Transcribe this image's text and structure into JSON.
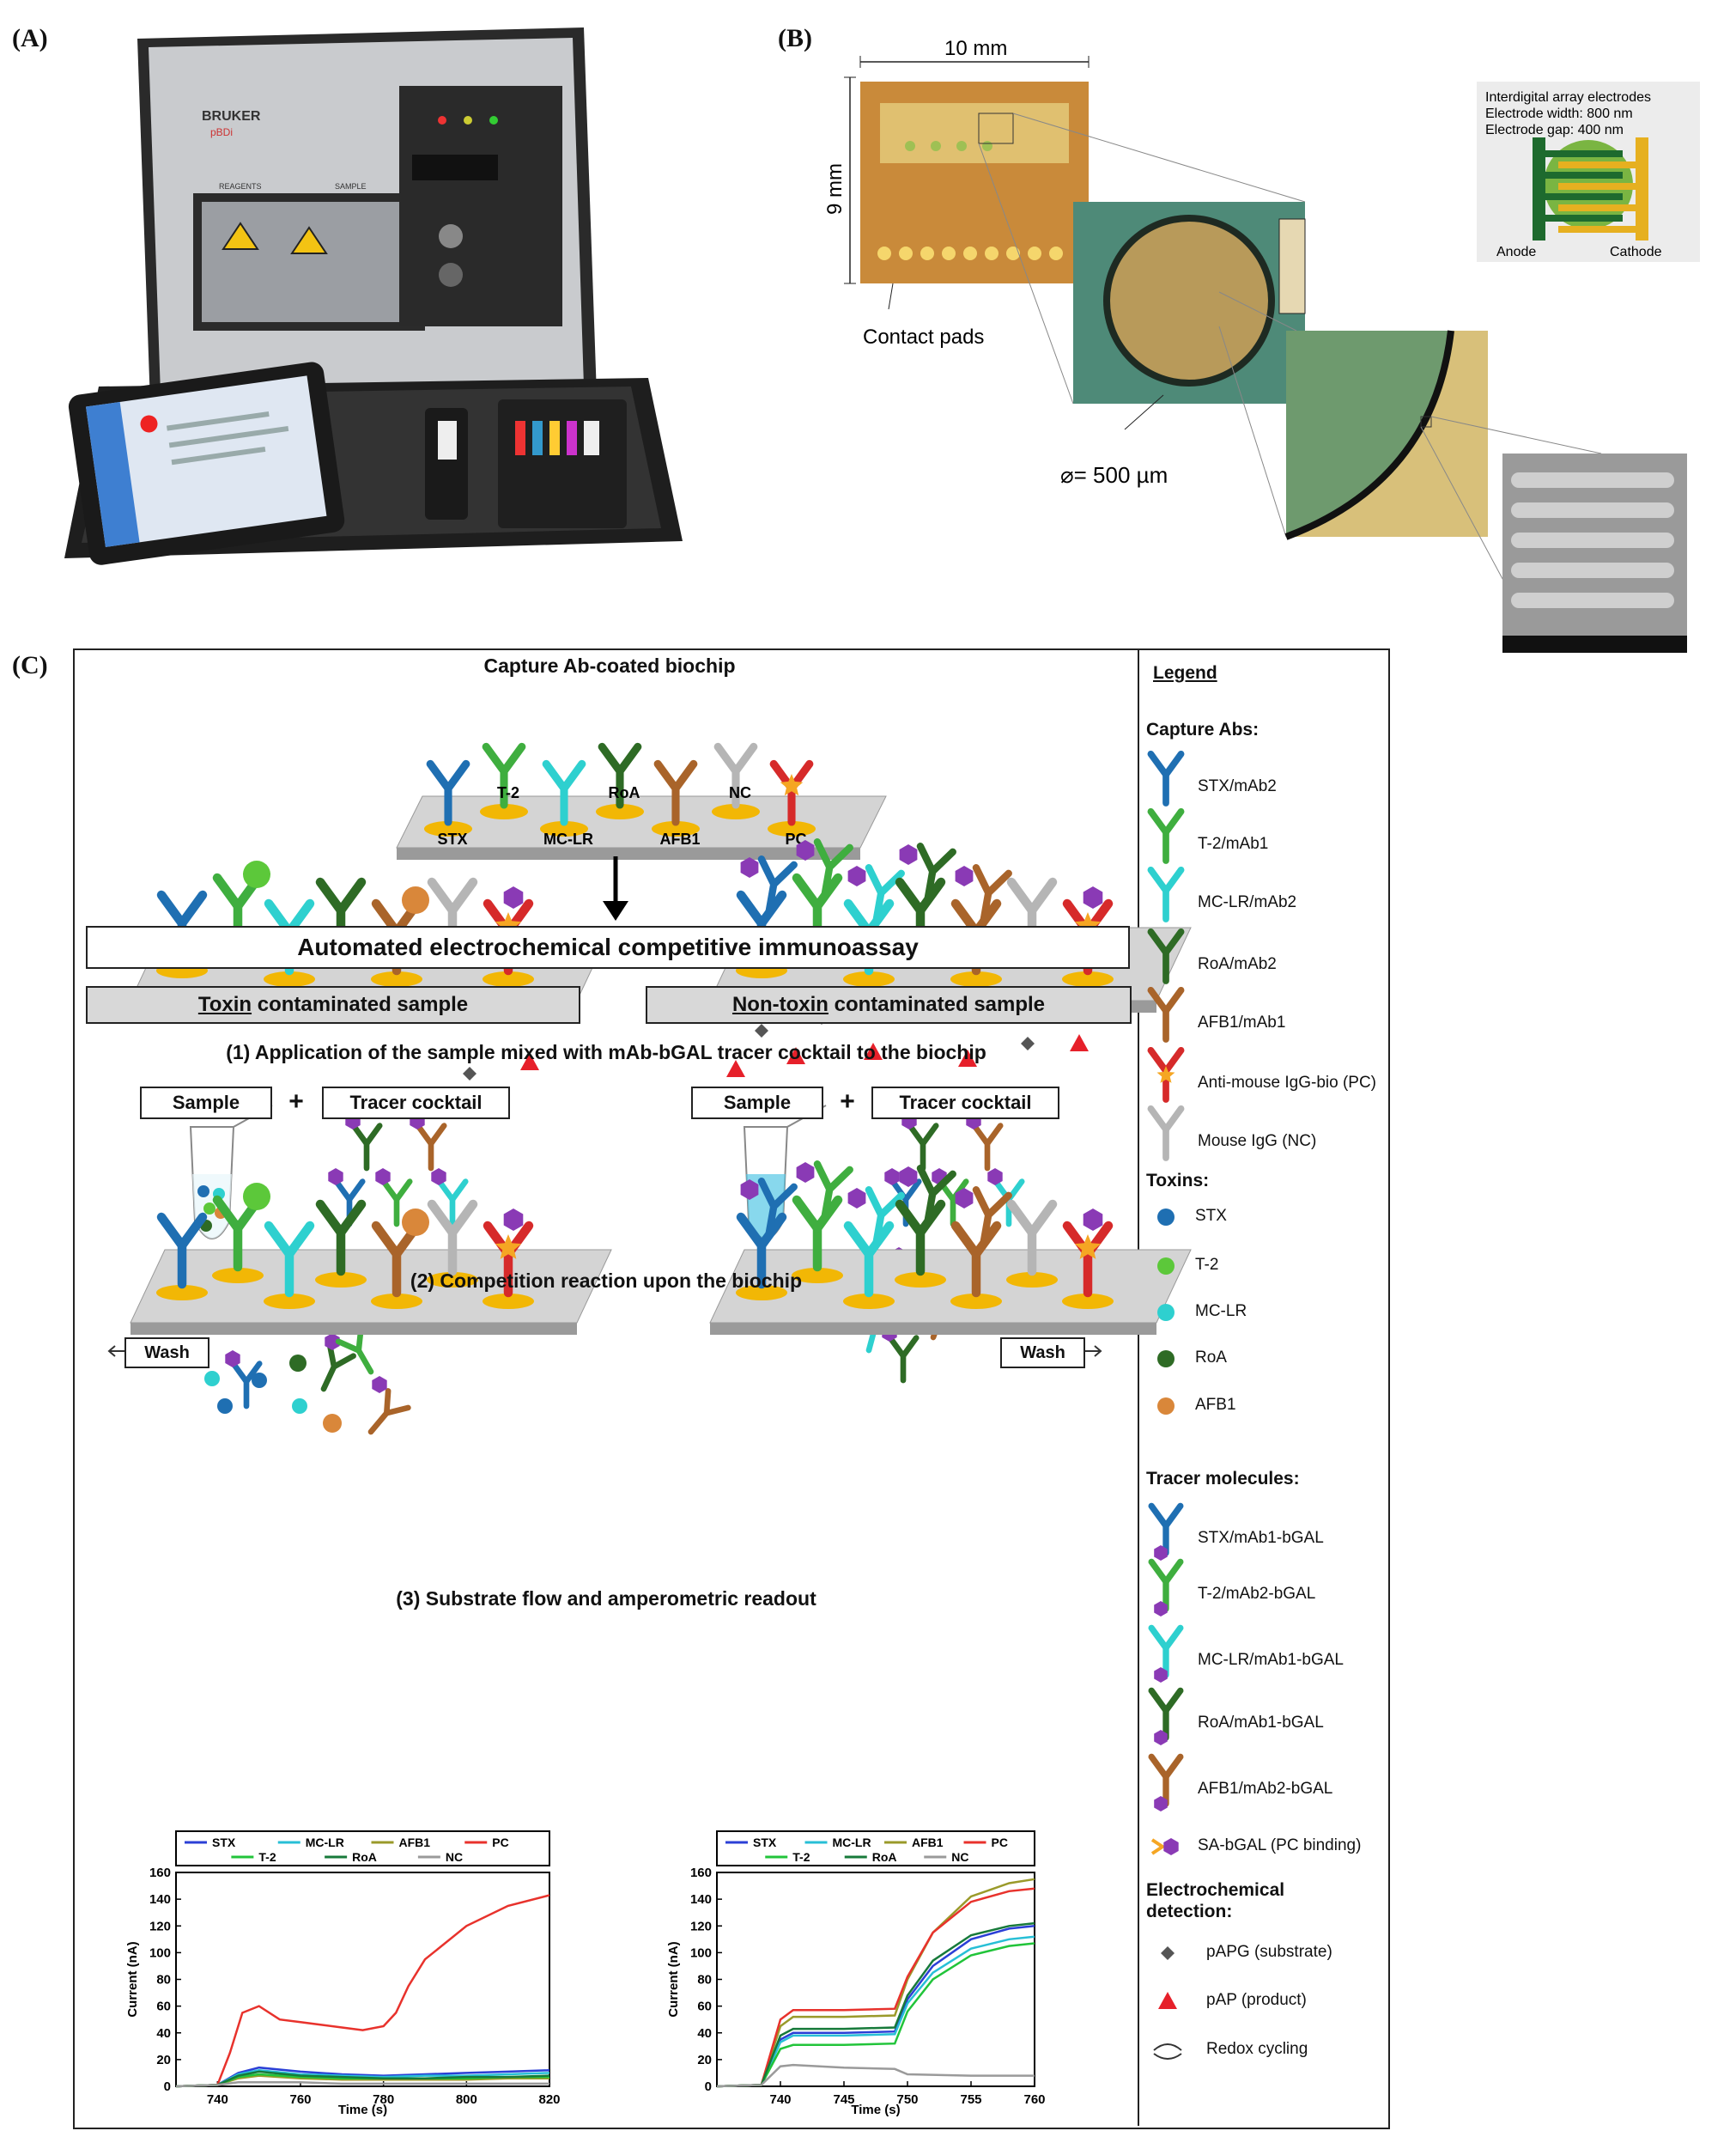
{
  "panels": {
    "a": "(A)",
    "b": "(B)",
    "c": "(C)"
  },
  "device": {
    "brand": "BRUKER",
    "model": "pBDi",
    "label_reagents": "REAGENTS",
    "label_sample": "SAMPLE"
  },
  "chip": {
    "width": "10 mm",
    "height": "9 mm",
    "contact_pads": "Contact pads",
    "diameter": "⌀= 500 µm",
    "inset_title": "Interdigital array electrodes",
    "inset_width": "Electrode width: 800 nm",
    "inset_gap": "Electrode gap: 400 nm",
    "anode": "Anode",
    "cathode": "Cathode"
  },
  "biochip": {
    "title": "Capture Ab-coated biochip",
    "spots": [
      "STX",
      "T-2",
      "MC-LR",
      "RoA",
      "AFB1",
      "NC",
      "PC"
    ]
  },
  "assay": {
    "title": "Automated electrochemical competitive  immunoassay",
    "toxin_word": "Toxin",
    "toxin_rest": " contaminated  sample",
    "nontoxin_word": "Non-toxin",
    "nontoxin_rest": "  contaminated  sample",
    "step1": "(1) Application  of  the  sample  mixed  with  mAb-bGAL  tracer  cocktail  to  the  biochip",
    "step2": "(2)  Competition  reaction  upon  the  biochip",
    "step3": "(3)  Substrate  flow  and  amperometric  readout",
    "sample": "Sample",
    "plus": "+",
    "tracer": "Tracer cocktail",
    "wash": "Wash"
  },
  "legend": {
    "title": "Legend",
    "capture_head": "Capture Abs:",
    "capture": [
      "STX/mAb2",
      "T-2/mAb1",
      "MC-LR/mAb2",
      "RoA/mAb2",
      "AFB1/mAb1",
      "Anti-mouse IgG-bio (PC)",
      "Mouse IgG (NC)"
    ],
    "toxins_head": "Toxins:",
    "toxins": [
      "STX",
      "T-2",
      "MC-LR",
      "RoA",
      "AFB1"
    ],
    "tracer_head": "Tracer molecules:",
    "tracers": [
      "STX/mAb1-bGAL",
      "T-2/mAb2-bGAL",
      "MC-LR/mAb1-bGAL",
      "RoA/mAb1-bGAL",
      "AFB1/mAb2-bGAL",
      "SA-bGAL (PC binding)"
    ],
    "electro_head": "Electrochemical detection:",
    "electro": [
      "pAPG (substrate)",
      "pAP (product)",
      "Redox cycling"
    ]
  },
  "colors": {
    "STX": "#1f6fb2",
    "T-2": "#3fae3f",
    "MC-LR": "#2ed0cf",
    "RoA": "#2e6b25",
    "AFB1": "#a9642a",
    "NC": "#b5b5b5",
    "PC": "#d62a2a",
    "bGAL": "#8a3ab5",
    "spot": "#f2b705",
    "toxin_T2": "#5cc83a",
    "toxin_AFB1": "#d9873a"
  },
  "chart_data": [
    {
      "type": "line",
      "title": "",
      "xlabel": "Time (s)",
      "ylabel": "Current (nA)",
      "xlim": [
        730,
        820
      ],
      "ylim": [
        0,
        160
      ],
      "xticks": [
        "740",
        "760",
        "780",
        "800",
        "820"
      ],
      "yticks": [
        "0",
        "20",
        "40",
        "60",
        "80",
        "100",
        "120",
        "140",
        "160"
      ],
      "legend_position": "top",
      "legend_labels": [
        "STX",
        "MC-LR",
        "AFB1",
        "PC",
        "T-2",
        "RoA",
        "NC"
      ],
      "series": [
        {
          "name": "STX",
          "color": "#2b3fd6",
          "x": [
            730,
            740,
            745,
            750,
            760,
            770,
            780,
            790,
            800,
            810,
            820
          ],
          "y": [
            0,
            1,
            10,
            14,
            11,
            9,
            8,
            9,
            10,
            11,
            12
          ]
        },
        {
          "name": "MC-LR",
          "color": "#27bfd6",
          "x": [
            730,
            740,
            745,
            750,
            760,
            770,
            780,
            790,
            800,
            810,
            820
          ],
          "y": [
            0,
            1,
            9,
            12,
            9,
            8,
            7,
            8,
            8,
            9,
            10
          ]
        },
        {
          "name": "AFB1",
          "color": "#9a9a2a",
          "x": [
            730,
            740,
            745,
            750,
            760,
            770,
            780,
            790,
            800,
            810,
            820
          ],
          "y": [
            0,
            1,
            6,
            8,
            6,
            5,
            5,
            5,
            5,
            6,
            6
          ]
        },
        {
          "name": "PC",
          "color": "#e8322c",
          "x": [
            730,
            740,
            743,
            746,
            750,
            755,
            760,
            765,
            770,
            775,
            780,
            783,
            786,
            790,
            800,
            810,
            820
          ],
          "y": [
            0,
            1,
            25,
            55,
            60,
            50,
            48,
            46,
            44,
            42,
            45,
            55,
            75,
            95,
            120,
            135,
            143
          ]
        },
        {
          "name": "T-2",
          "color": "#21c43a",
          "x": [
            730,
            740,
            745,
            750,
            760,
            770,
            780,
            790,
            800,
            810,
            820
          ],
          "y": [
            0,
            1,
            7,
            9,
            7,
            6,
            6,
            6,
            6,
            7,
            7
          ]
        },
        {
          "name": "RoA",
          "color": "#177a3a",
          "x": [
            730,
            740,
            745,
            750,
            760,
            770,
            780,
            790,
            800,
            810,
            820
          ],
          "y": [
            0,
            1,
            8,
            11,
            8,
            7,
            6,
            6,
            7,
            7,
            8
          ]
        },
        {
          "name": "NC",
          "color": "#9a9a9a",
          "x": [
            730,
            740,
            745,
            750,
            760,
            770,
            780,
            790,
            800,
            810,
            820
          ],
          "y": [
            0,
            1,
            3,
            3,
            3,
            2,
            2,
            2,
            2,
            2,
            2
          ]
        }
      ]
    },
    {
      "type": "line",
      "title": "",
      "xlabel": "Time (s)",
      "ylabel": "Current (nA)",
      "xlim": [
        735,
        760
      ],
      "ylim": [
        0,
        160
      ],
      "xticks": [
        "740",
        "745",
        "750",
        "755",
        "760"
      ],
      "yticks": [
        "0",
        "20",
        "40",
        "60",
        "80",
        "100",
        "120",
        "140",
        "160"
      ],
      "legend_position": "top",
      "legend_labels": [
        "STX",
        "MC-LR",
        "AFB1",
        "PC",
        "T-2",
        "RoA",
        "NC"
      ],
      "series": [
        {
          "name": "STX",
          "color": "#2b3fd6",
          "x": [
            735,
            738.5,
            740,
            741,
            745,
            749,
            750,
            752,
            755,
            758,
            760
          ],
          "y": [
            0,
            1,
            35,
            40,
            40,
            41,
            65,
            90,
            110,
            118,
            120
          ]
        },
        {
          "name": "MC-LR",
          "color": "#27bfd6",
          "x": [
            735,
            738.5,
            740,
            741,
            745,
            749,
            750,
            752,
            755,
            758,
            760
          ],
          "y": [
            0,
            1,
            33,
            38,
            38,
            39,
            62,
            85,
            103,
            110,
            112
          ]
        },
        {
          "name": "AFB1",
          "color": "#9a9a2a",
          "x": [
            735,
            738.5,
            740,
            741,
            745,
            749,
            750,
            752,
            755,
            758,
            760
          ],
          "y": [
            0,
            1,
            45,
            52,
            52,
            53,
            80,
            115,
            142,
            152,
            155
          ]
        },
        {
          "name": "PC",
          "color": "#e8322c",
          "x": [
            735,
            738.5,
            740,
            741,
            745,
            749,
            750,
            752,
            755,
            758,
            760
          ],
          "y": [
            0,
            1,
            50,
            57,
            57,
            58,
            82,
            115,
            138,
            146,
            148
          ]
        },
        {
          "name": "T-2",
          "color": "#21c43a",
          "x": [
            735,
            738.5,
            740,
            741,
            745,
            749,
            750,
            752,
            755,
            758,
            760
          ],
          "y": [
            0,
            1,
            28,
            31,
            31,
            32,
            56,
            80,
            98,
            105,
            107
          ]
        },
        {
          "name": "RoA",
          "color": "#177a3a",
          "x": [
            735,
            738.5,
            740,
            741,
            745,
            749,
            750,
            752,
            755,
            758,
            760
          ],
          "y": [
            0,
            1,
            38,
            43,
            43,
            44,
            68,
            94,
            113,
            120,
            122
          ]
        },
        {
          "name": "NC",
          "color": "#9a9a9a",
          "x": [
            735,
            738.5,
            740,
            741,
            745,
            749,
            750,
            755,
            760
          ],
          "y": [
            0,
            1,
            15,
            16,
            14,
            13,
            9,
            8,
            8
          ]
        }
      ]
    }
  ]
}
